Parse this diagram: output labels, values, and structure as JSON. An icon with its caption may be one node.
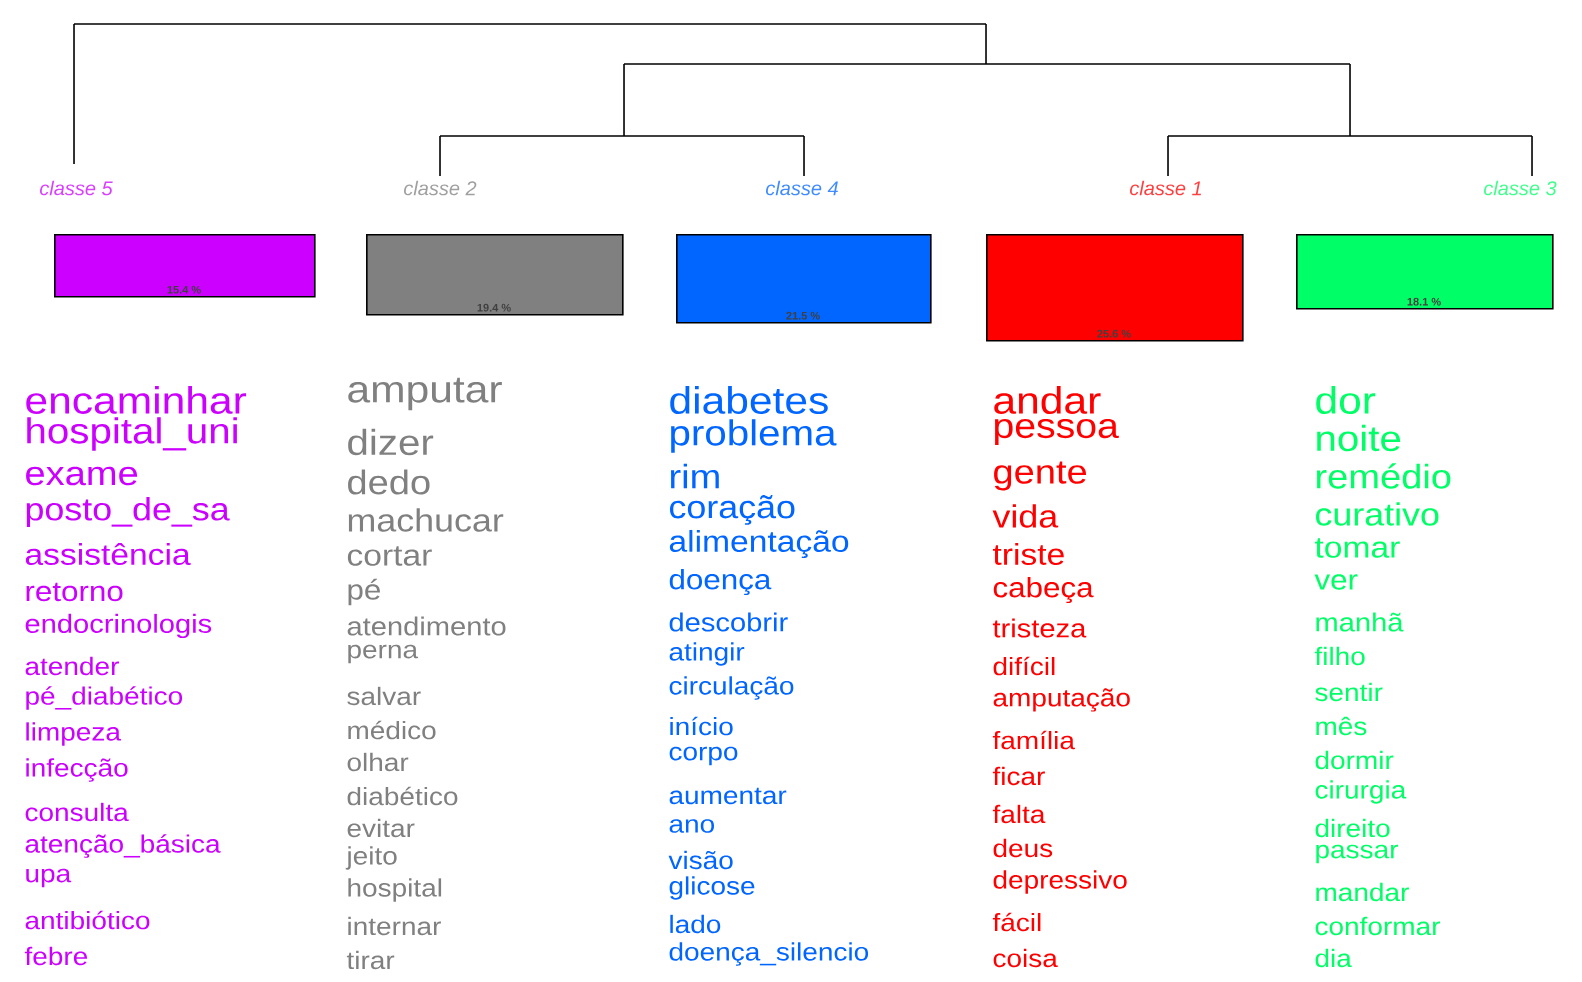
{
  "diagram": {
    "nodes": [
      {
        "text": [
          "classe 5",
          "15.4 %"
        ],
        "beside": [
          "encaminhar",
          "hospital_uni",
          "exame",
          "posto_de_sa",
          "assistência",
          "retorno",
          "endocrinologis",
          "atender",
          "pé_diabético",
          "limpeza",
          "infecção",
          "consulta",
          "atenção_básica",
          "upa",
          "antibiótico",
          "febre"
        ]
      },
      {
        "text": [
          "classe 2",
          "19.4 %"
        ],
        "beside": [
          "amputar",
          "dizer",
          "dedo",
          "machucar",
          "cortar",
          "pé",
          "atendimento",
          "perna",
          "salvar",
          "médico",
          "olhar",
          "diabético",
          "evitar",
          "jeito",
          "hospital",
          "internar",
          "tirar"
        ]
      },
      {
        "text": [
          "classe 4",
          "21.5 %"
        ],
        "beside": [
          "diabetes",
          "problema",
          "rim",
          "coração",
          "alimentação",
          "doença",
          "descobrir",
          "atingir",
          "circulação",
          "início",
          "corpo",
          "aumentar",
          "ano",
          "visão",
          "glicose",
          "lado",
          "doença_silencio"
        ]
      },
      {
        "text": [
          "classe 1",
          "25.6 %"
        ],
        "beside": [
          "andar",
          "pessoa",
          "gente",
          "vida",
          "triste",
          "cabeça",
          "tristeza",
          "difícil",
          "amputação",
          "família",
          "ficar",
          "falta",
          "deus",
          "depressivo",
          "fácil",
          "coisa"
        ]
      },
      {
        "text": [
          "classe 3",
          "18.1 %"
        ],
        "beside": [
          "dor",
          "noite",
          "remédio",
          "curativo",
          "tomar",
          "ver",
          "manhã",
          "filho",
          "sentir",
          "mês",
          "dormir",
          "cirurgia",
          "direito",
          "passar",
          "mandar",
          "conformar",
          "dia"
        ]
      }
    ]
  }
}
